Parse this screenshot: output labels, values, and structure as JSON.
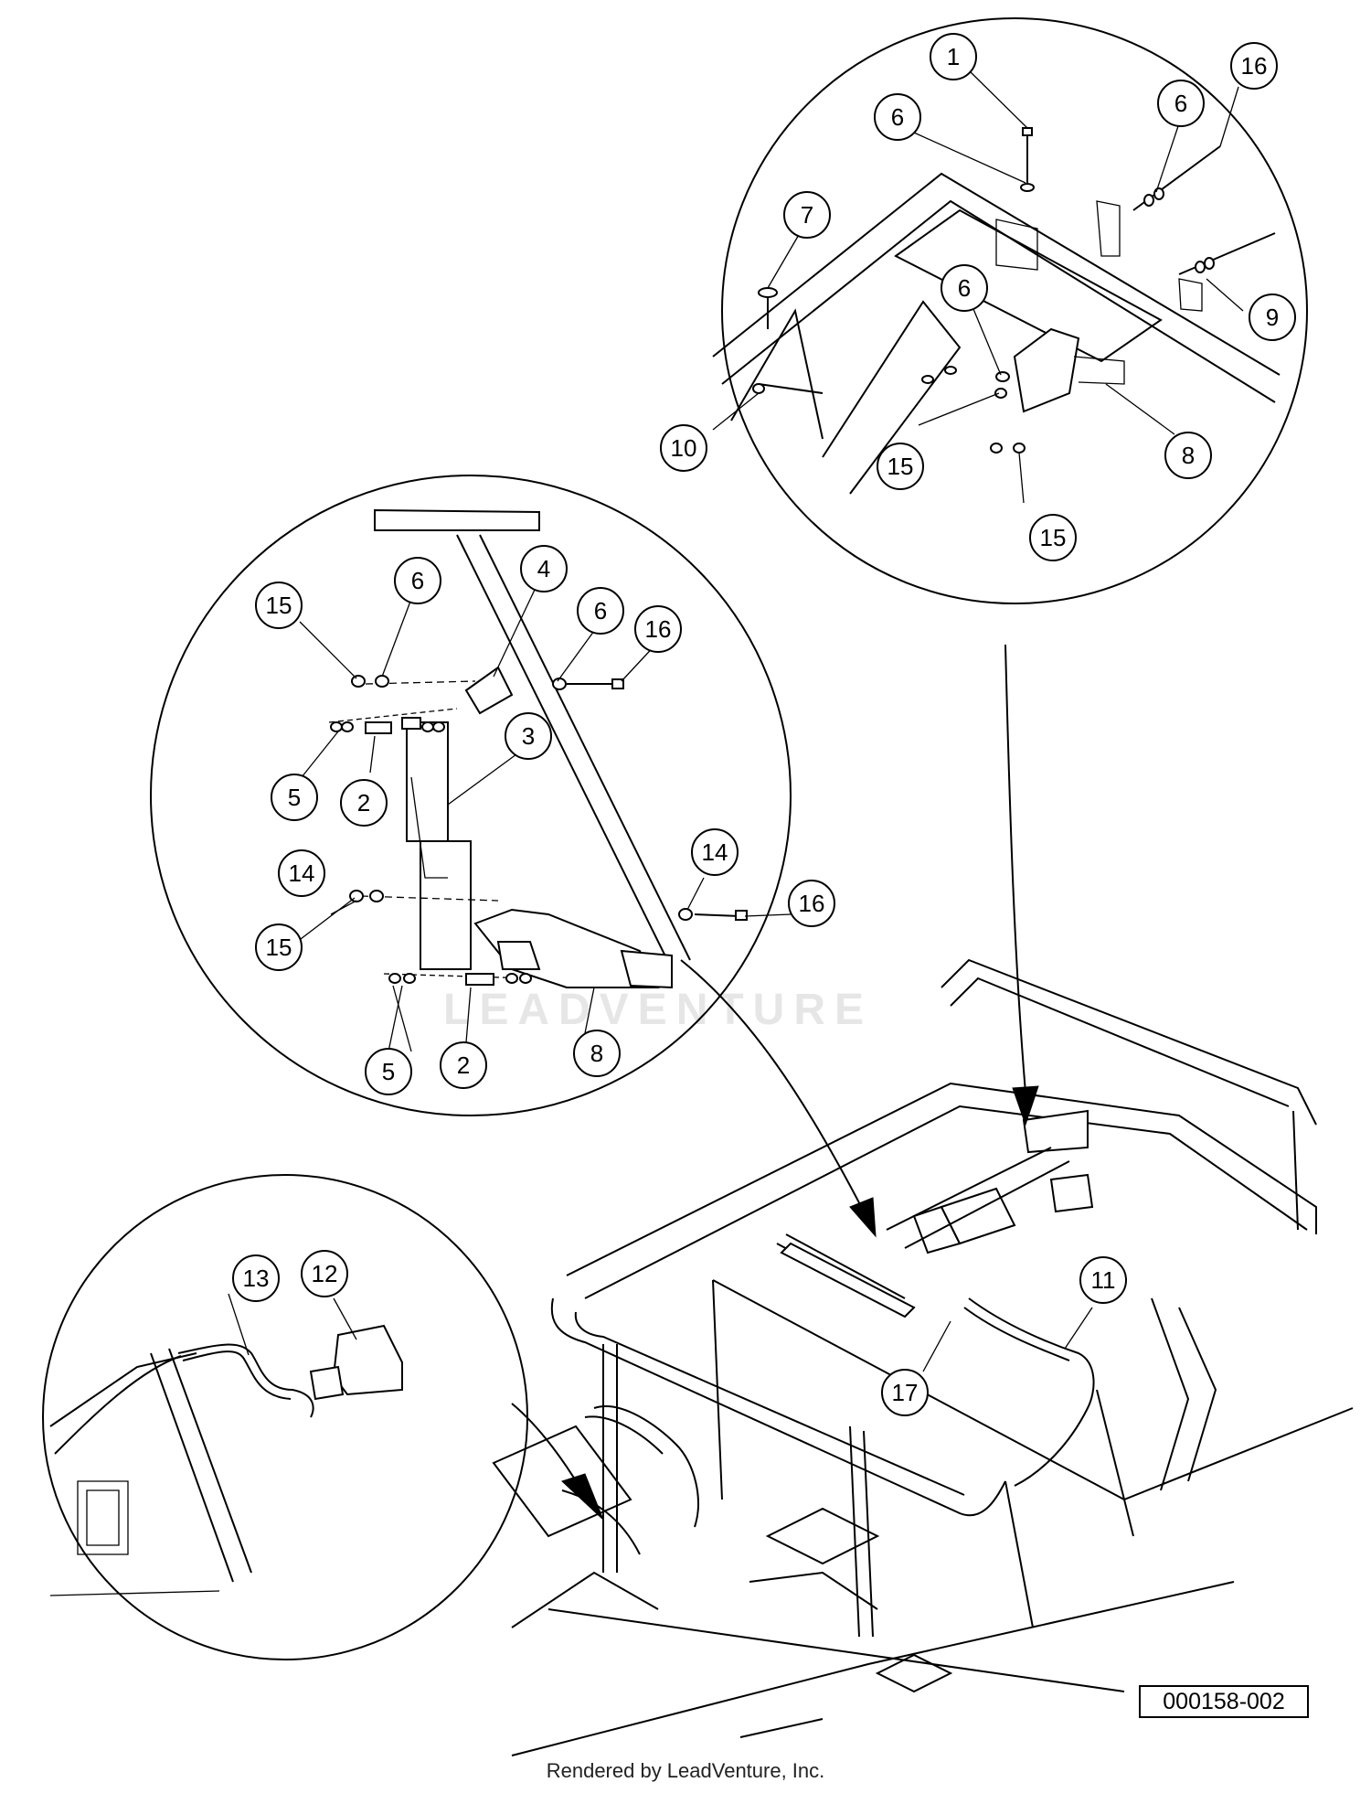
{
  "drawing_number": "000158-002",
  "footer": "Rendered by LeadVenture, Inc.",
  "watermark": "LEADVENTURE",
  "callouts": {
    "top_detail": [
      "1",
      "6",
      "6",
      "16",
      "7",
      "6",
      "9",
      "10",
      "15",
      "8",
      "15"
    ],
    "middle_detail": [
      "15",
      "6",
      "4",
      "6",
      "16",
      "3",
      "5",
      "2",
      "14",
      "14",
      "16",
      "15",
      "5",
      "2",
      "8"
    ],
    "left_detail": [
      "13",
      "12"
    ],
    "main": [
      "11",
      "17"
    ]
  }
}
